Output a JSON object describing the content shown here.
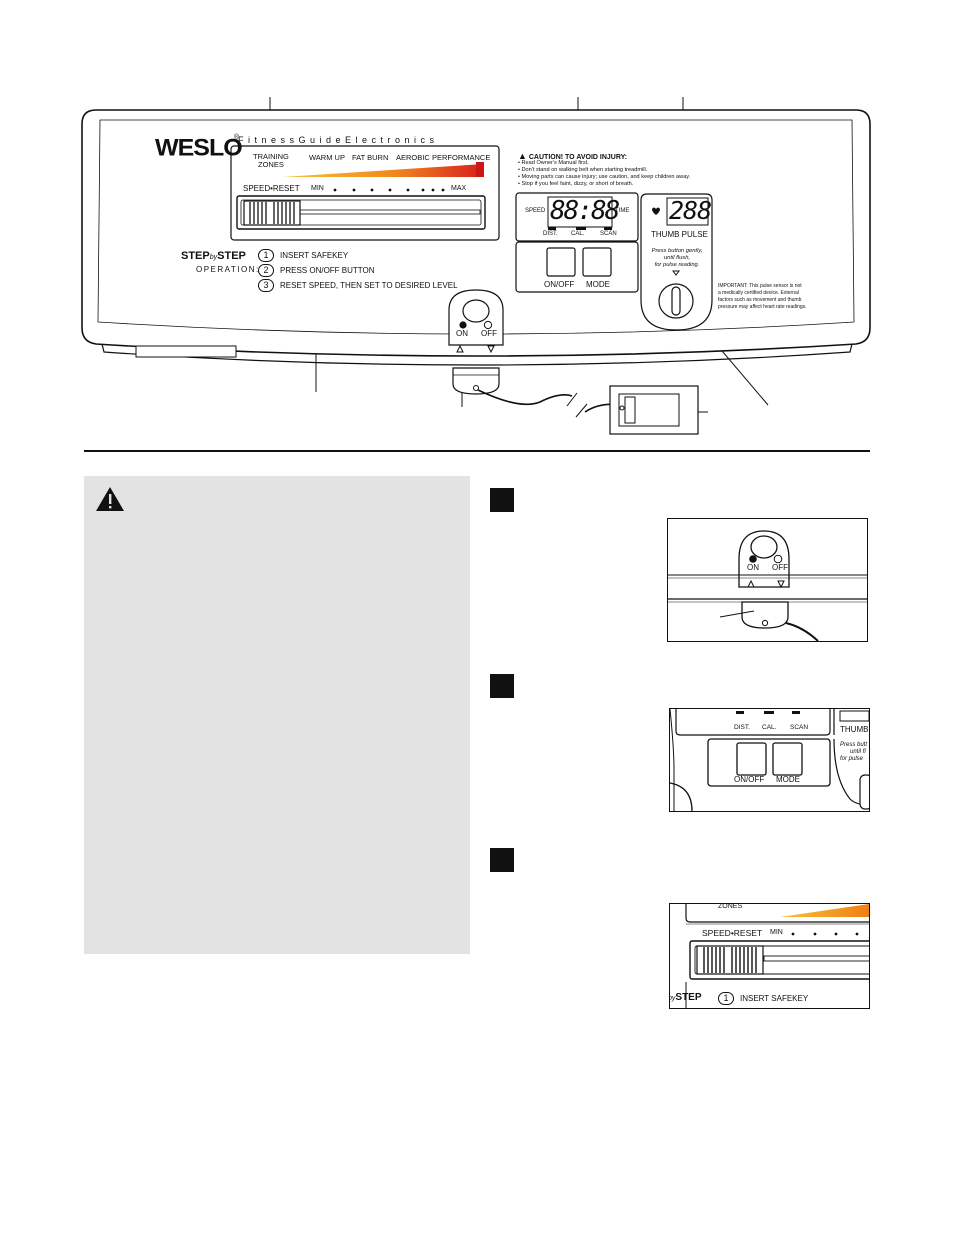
{
  "console": {
    "brand": "WESLO",
    "registered": "®",
    "tagline": "F i t n e s s     G u i d e     E l e c t r o n i c s",
    "zones": {
      "training_line1": "TRAINING",
      "training_line2": "ZONES",
      "warm_up": "WARM UP",
      "fat_burn": "FAT BURN",
      "aerobic": "AEROBIC",
      "performance": "PERFORMANCE"
    },
    "caution": {
      "title": "CAUTION! TO AVOID INJURY:",
      "lines": [
        "• Read Owner's Manual first.",
        "• Don't stand on walking belt when starting treadmill.",
        "• Moving parts can cause injury; use caution, and keep children away.",
        "• Stop if you feel faint, dizzy, or short of breath."
      ]
    },
    "speed_reset": "SPEED•RESET",
    "min": "MIN",
    "max": "MAX",
    "display": {
      "speed": "SPEED",
      "time": "TIME",
      "digits": "88:88",
      "dist": "DIST.",
      "cal": "CAL.",
      "scan": "SCAN"
    },
    "pulse": {
      "digits": "288",
      "label": "THUMB PULSE",
      "instructions": [
        "Press button gently,",
        "until flush,",
        "for pulse reading."
      ],
      "important": [
        "IMPORTANT:  This pulse sensor is not",
        "a medically certified device.  External",
        "factors such as movement and thumb",
        "pressure may affect heart rate readings."
      ]
    },
    "buttons": {
      "on_off": "ON/OFF",
      "mode": "MODE"
    },
    "step_by_step": {
      "title_a": "STEP",
      "title_by": "by",
      "title_b": "STEP",
      "operation": "OPERATION:",
      "steps": [
        {
          "num": "1",
          "text": "INSERT SAFEKEY"
        },
        {
          "num": "2",
          "text": "PRESS ON/OFF BUTTON"
        },
        {
          "num": "3",
          "text": "RESET SPEED, THEN SET TO DESIRED LEVEL"
        }
      ]
    },
    "power": {
      "on": "ON",
      "off": "OFF"
    }
  },
  "inset1": {
    "on": "ON",
    "off": "OFF"
  },
  "inset2": {
    "dist": "DIST.",
    "cal": "CAL.",
    "scan": "SCAN",
    "thumb": "THUMB",
    "on_off": "ON/OFF",
    "mode": "MODE",
    "press_lines": [
      "Press butt",
      "until fl",
      "for pulse"
    ]
  },
  "inset3": {
    "zones": "ZONES",
    "speed_reset": "SPEED•RESET",
    "min": "MIN",
    "by": "by",
    "step": "STEP",
    "num": "1",
    "safekey": "INSERT SAFEKEY"
  }
}
